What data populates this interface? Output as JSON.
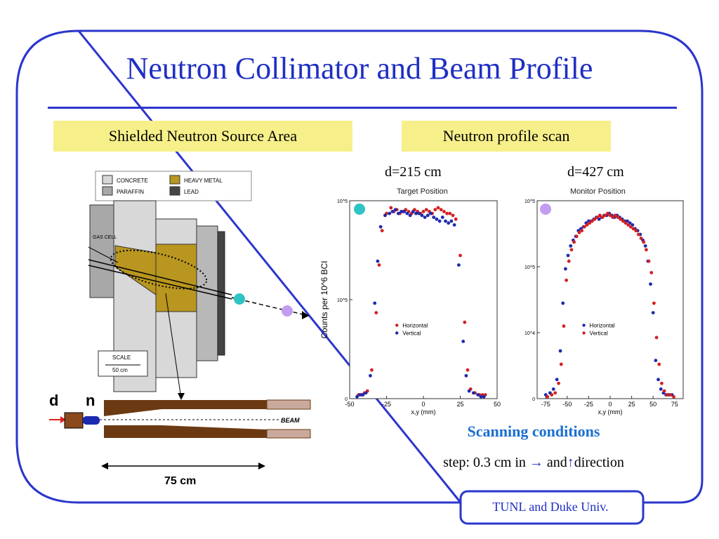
{
  "slide": {
    "title": "Neutron Collimator and Beam Profile",
    "footer": "TUNL and Duke Univ.",
    "left_heading": "Shielded Neutron Source Area",
    "right_heading": "Neutron profile scan",
    "colors": {
      "title": "#1f2fc4",
      "accent_teal": "#2ec4c4",
      "accent_violet": "#c39cf2",
      "heading_bg": "#f7f08a"
    }
  },
  "schematic": {
    "legend": [
      {
        "label": "CONCRETE",
        "color": "#d8d8d8"
      },
      {
        "label": "HEAVY METAL",
        "color": "#b8961f"
      },
      {
        "label": "PARAFFIN",
        "color": "#a8a8a8"
      },
      {
        "label": "LEAD",
        "color": "#444444"
      }
    ],
    "gas_cell_label": "GAS CELL",
    "scale_label": "SCALE",
    "scale_value": "50 cm",
    "d_label": "d",
    "n_label": "n",
    "beam_label": "BEAM",
    "length_label": "75 cm"
  },
  "scan": {
    "subtitle": "Scanning conditions",
    "step_prefix": "step: 0.3 cm in",
    "step_arrow1": "→",
    "step_and": "and",
    "step_arrow2": "↑",
    "step_suffix": "direction"
  },
  "chart_data": [
    {
      "type": "scatter",
      "distance_label": "d=215 cm",
      "title": "Target Position",
      "xlabel": "x,y (mm)",
      "ylabel": "Counts per 10^6 BCI",
      "xlim": [
        -50,
        50
      ],
      "xticks": [
        -50,
        -25,
        0,
        25,
        50
      ],
      "yticks_labels": [
        "0",
        "10^5",
        "10^5"
      ],
      "legend": "center",
      "series": [
        {
          "name": "Horizontal",
          "color": "#d42020",
          "x": [
            -44,
            -42,
            -40,
            -38,
            -35,
            -32,
            -30,
            -28,
            -25,
            -22,
            -20,
            -18,
            -16,
            -14,
            -12,
            -10,
            -8,
            -6,
            -4,
            -2,
            0,
            2,
            4,
            6,
            8,
            10,
            12,
            14,
            16,
            18,
            20,
            22,
            25,
            28,
            30,
            32,
            35,
            38,
            40,
            42
          ],
          "y": [
            0.02,
            0.02,
            0.03,
            0.04,
            0.15,
            0.45,
            0.7,
            0.88,
            0.97,
            1.0,
            0.98,
            0.99,
            0.97,
            0.98,
            0.99,
            0.98,
            0.97,
            0.99,
            0.98,
            0.97,
            0.98,
            0.99,
            0.98,
            0.97,
            0.99,
            1.0,
            0.99,
            0.98,
            0.97,
            0.97,
            0.96,
            0.94,
            0.75,
            0.4,
            0.15,
            0.05,
            0.03,
            0.02,
            0.02,
            0.02
          ]
        },
        {
          "name": "Vertical",
          "color": "#1c2ab0",
          "x": [
            -45,
            -43,
            -41,
            -39,
            -36,
            -33,
            -31,
            -29,
            -26,
            -23,
            -21,
            -19,
            -17,
            -15,
            -13,
            -11,
            -9,
            -7,
            -5,
            -3,
            -1,
            1,
            3,
            5,
            7,
            9,
            11,
            13,
            15,
            17,
            19,
            21,
            24,
            27,
            29,
            31,
            34,
            37,
            39,
            41
          ],
          "y": [
            0.01,
            0.02,
            0.02,
            0.03,
            0.12,
            0.5,
            0.72,
            0.9,
            0.96,
            0.97,
            0.98,
            0.99,
            0.97,
            0.98,
            0.98,
            0.97,
            0.96,
            0.98,
            0.97,
            0.97,
            0.96,
            0.95,
            0.96,
            0.97,
            0.95,
            0.94,
            0.93,
            0.95,
            0.93,
            0.92,
            0.93,
            0.91,
            0.7,
            0.3,
            0.12,
            0.04,
            0.03,
            0.02,
            0.01,
            0.01
          ]
        }
      ]
    },
    {
      "type": "scatter",
      "distance_label": "d=427 cm",
      "title": "Monitor Position",
      "xlabel": "x,y (mm)",
      "ylabel": "",
      "xlim": [
        -85,
        85
      ],
      "xticks": [
        -75,
        -50,
        -25,
        0,
        25,
        50,
        75
      ],
      "yticks_labels": [
        "0",
        "10^4",
        "10^5",
        "10^5"
      ],
      "legend": "center",
      "series": [
        {
          "name": "Horizontal",
          "color": "#1c2ab0",
          "x": [
            -75,
            -70,
            -66,
            -62,
            -58,
            -55,
            -52,
            -49,
            -46,
            -43,
            -40,
            -37,
            -34,
            -31,
            -28,
            -25,
            -22,
            -19,
            -16,
            -13,
            -10,
            -7,
            -4,
            -1,
            2,
            5,
            8,
            11,
            14,
            17,
            20,
            23,
            26,
            29,
            32,
            35,
            38,
            41,
            44,
            47,
            50,
            53,
            56,
            59,
            62,
            65,
            68,
            72
          ],
          "y": [
            0.02,
            0.03,
            0.05,
            0.1,
            0.25,
            0.5,
            0.68,
            0.75,
            0.8,
            0.83,
            0.85,
            0.88,
            0.89,
            0.9,
            0.92,
            0.93,
            0.93,
            0.94,
            0.95,
            0.94,
            0.95,
            0.96,
            0.96,
            0.97,
            0.96,
            0.95,
            0.96,
            0.95,
            0.94,
            0.93,
            0.93,
            0.92,
            0.91,
            0.89,
            0.88,
            0.86,
            0.83,
            0.8,
            0.72,
            0.6,
            0.45,
            0.2,
            0.1,
            0.05,
            0.03,
            0.02,
            0.02,
            0.02
          ]
        },
        {
          "name": "Vertical",
          "color": "#d42020",
          "x": [
            -73,
            -68,
            -64,
            -60,
            -57,
            -54,
            -51,
            -48,
            -45,
            -42,
            -39,
            -36,
            -33,
            -30,
            -27,
            -24,
            -21,
            -18,
            -15,
            -12,
            -9,
            -6,
            -3,
            0,
            3,
            6,
            9,
            12,
            15,
            18,
            21,
            24,
            27,
            30,
            33,
            36,
            39,
            42,
            45,
            48,
            51,
            54,
            57,
            60,
            63,
            66,
            70,
            74
          ],
          "y": [
            0.01,
            0.02,
            0.03,
            0.08,
            0.18,
            0.38,
            0.62,
            0.72,
            0.78,
            0.82,
            0.85,
            0.87,
            0.88,
            0.9,
            0.91,
            0.92,
            0.93,
            0.94,
            0.95,
            0.96,
            0.95,
            0.96,
            0.97,
            0.96,
            0.95,
            0.96,
            0.95,
            0.94,
            0.93,
            0.92,
            0.91,
            0.9,
            0.89,
            0.88,
            0.86,
            0.84,
            0.82,
            0.78,
            0.72,
            0.66,
            0.5,
            0.32,
            0.18,
            0.08,
            0.04,
            0.02,
            0.02,
            0.01
          ]
        }
      ]
    }
  ]
}
